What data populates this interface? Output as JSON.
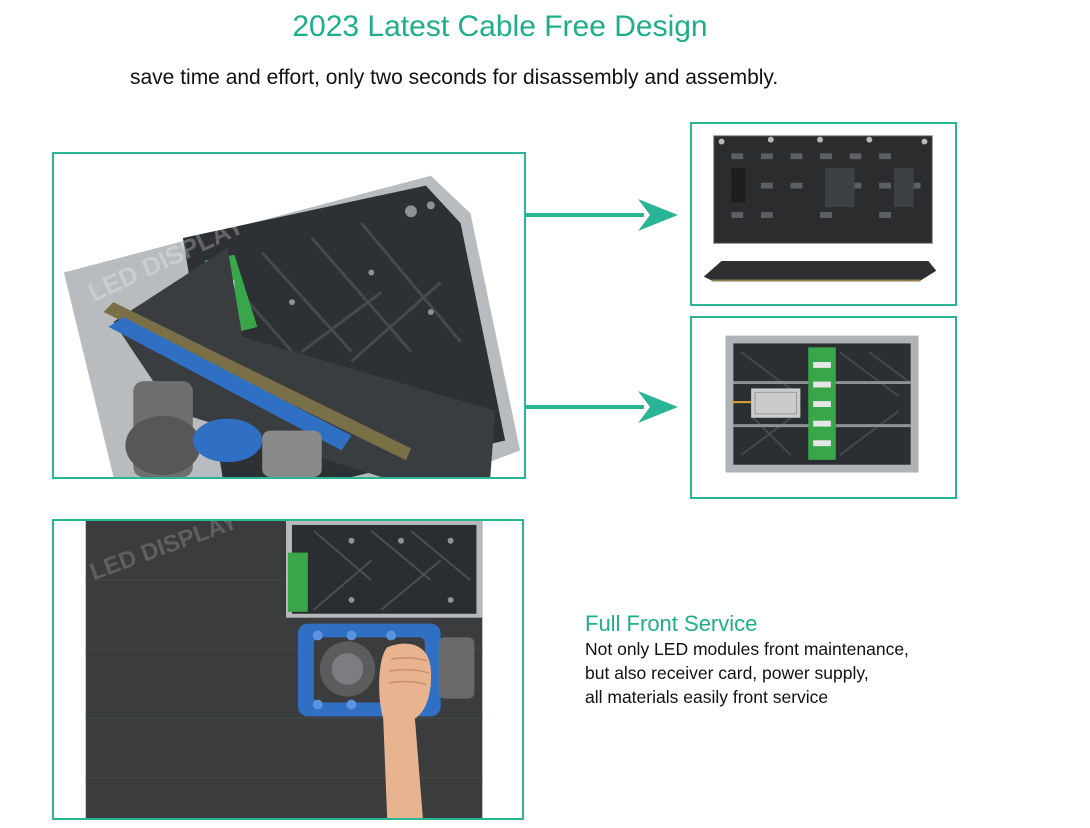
{
  "header": {
    "title": "2023 Latest Cable Free Design",
    "subtitle": "save time and effort, only two seconds for disassembly and assembly."
  },
  "service": {
    "heading": "Full Front Service",
    "lines": [
      "Not only LED modules front maintenance,",
      "but also receiver card, power supply,",
      "all materials easily front service"
    ]
  },
  "colors": {
    "accent": "#1fae8c",
    "frame_border": "#2bb597",
    "module_blue": "#2f6fc4",
    "pcb_green": "#3aa64a"
  },
  "images": [
    {
      "name": "cabinet-with-magnetic-tool-photo"
    },
    {
      "name": "led-module-pcb-photo"
    },
    {
      "name": "cabinet-back-receiver-card-photo"
    },
    {
      "name": "front-service-hand-tool-photo"
    }
  ],
  "icons": [
    "arrow-right-icon",
    "arrow-right-icon"
  ]
}
